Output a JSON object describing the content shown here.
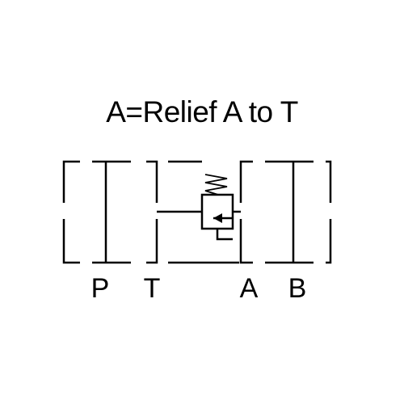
{
  "title": "A=Relief A to T",
  "ports": {
    "p": "P",
    "t": "T",
    "a": "A",
    "b": "B"
  }
}
